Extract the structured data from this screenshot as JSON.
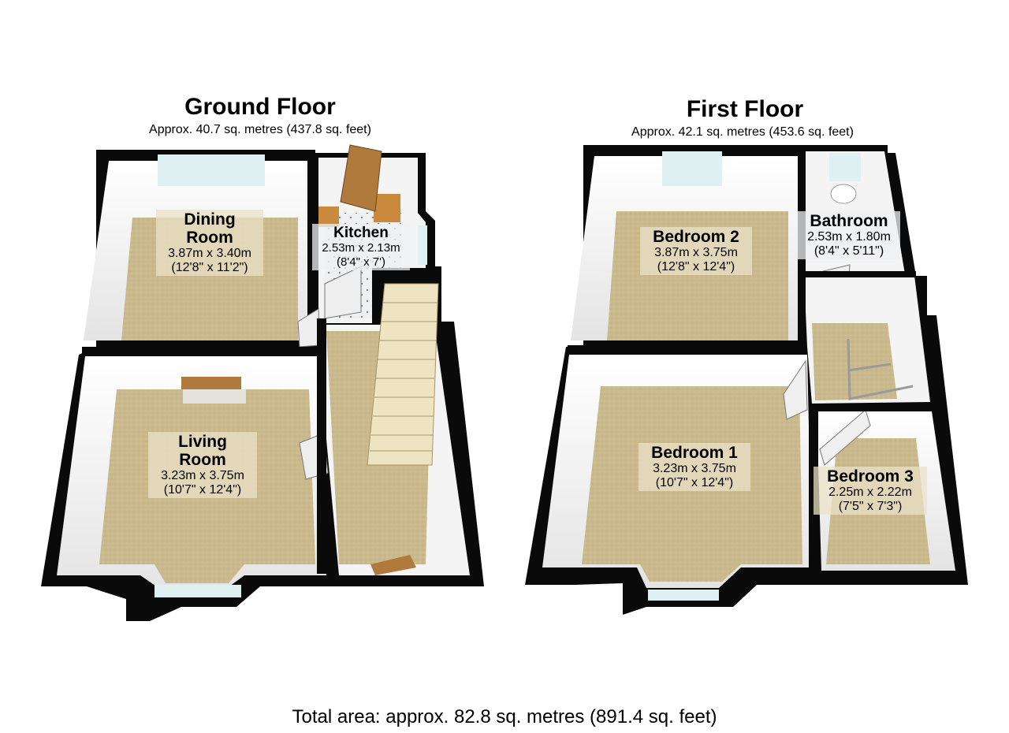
{
  "ground_floor": {
    "title": "Ground Floor",
    "area": "Approx. 40.7 sq. metres (437.8 sq. feet)",
    "rooms": {
      "dining": {
        "name_line1": "Dining",
        "name_line2": "Room",
        "metric": "3.87m x 3.40m",
        "imperial": "(12'8\" x 11'2\")"
      },
      "kitchen": {
        "name": "Kitchen",
        "metric": "2.53m x 2.13m",
        "imperial": "(8'4\" x 7')"
      },
      "living": {
        "name_line1": "Living",
        "name_line2": "Room",
        "metric": "3.23m x 3.75m",
        "imperial": "(10'7\" x 12'4\")"
      }
    }
  },
  "first_floor": {
    "title": "First Floor",
    "area": "Approx. 42.1 sq. metres (453.6 sq. feet)",
    "rooms": {
      "bedroom2": {
        "name": "Bedroom 2",
        "metric": "3.87m x 3.75m",
        "imperial": "(12'8\" x 12'4\")"
      },
      "bathroom": {
        "name": "Bathroom",
        "metric": "2.53m x 1.80m",
        "imperial": "(8'4\" x 5'11\")"
      },
      "bedroom1": {
        "name": "Bedroom 1",
        "metric": "3.23m x 3.75m",
        "imperial": "(10'7\" x 12'4\")"
      },
      "bedroom3": {
        "name": "Bedroom 3",
        "metric": "2.25m x 2.22m",
        "imperial": "(7'5\" x 7'3\")"
      }
    }
  },
  "total_area": "Total area: approx. 82.8 sq. metres (891.4 sq. feet)",
  "colors": {
    "wall": "#0a0a0a",
    "floor_carpet": "#c8b88a",
    "inner_wall": "#f4f4f4",
    "window": "#dff0f2",
    "door": "#b07a3c",
    "label_bg": "#ebe2c8"
  }
}
